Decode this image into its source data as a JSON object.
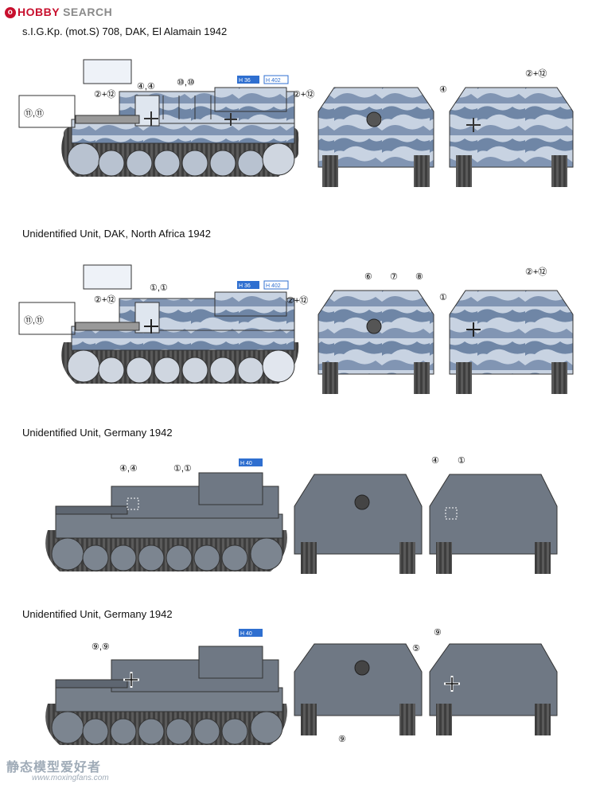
{
  "site": {
    "logo_text": "HOBBY",
    "logo_text_tail": "SEARCH"
  },
  "watermark": {
    "cn": "静态模型爱好者",
    "url": "www.moxingfans.com"
  },
  "sections": [
    {
      "title": "s.I.G.Kp. (mot.S) 708, DAK, El Alamain 1942",
      "scheme": "camo",
      "side_callouts": [
        "④,④",
        "⑩,⑩",
        "②+⑫",
        "⑪,⑪"
      ],
      "rear_callout": "②+⑫",
      "front_callouts": [
        "④",
        "②+⑫"
      ],
      "decal_h1": "H 36",
      "decal_h2": "H 402"
    },
    {
      "title": "Unidentified Unit, DAK, North Africa 1942",
      "scheme": "camo",
      "side_callouts": [
        "①,①",
        "②+⑫",
        "⑪,⑪"
      ],
      "rear_callout": "②+⑫",
      "rear_top_callouts": [
        "⑥",
        "⑦",
        "⑧"
      ],
      "front_callouts": [
        "①",
        "②+⑫"
      ],
      "decal_h1": "H 36",
      "decal_h2": "H 402"
    },
    {
      "title": "Unidentified Unit, Germany 1942",
      "scheme": "grey",
      "side_callouts": [
        "④,④",
        "①,①"
      ],
      "front_callouts": [
        "④",
        "①"
      ],
      "decal_h1": "H 40"
    },
    {
      "title": "Unidentified Unit, Germany 1942",
      "scheme": "grey",
      "side_callouts": [
        "⑨,⑨"
      ],
      "rear_callouts": [
        "⑤",
        "⑨"
      ],
      "front_callouts": [
        "⑨"
      ],
      "decal_h1": "H 40"
    }
  ]
}
